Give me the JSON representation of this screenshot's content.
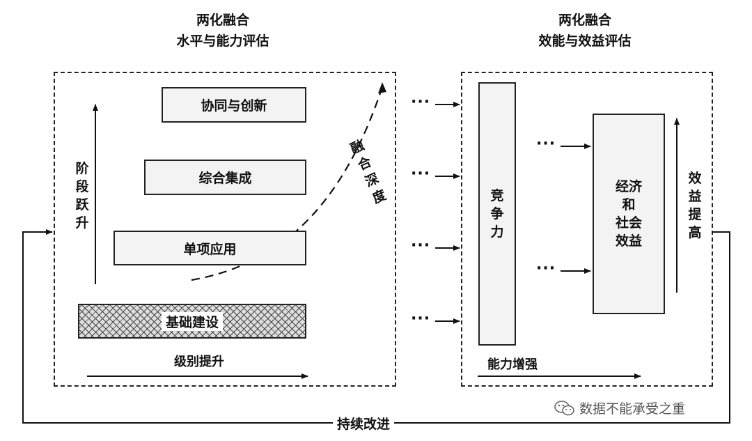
{
  "left_title": [
    "两化融合",
    "水平与能力评估"
  ],
  "right_title": [
    "两化融合",
    "效能与效益评估"
  ],
  "left_panel": {
    "levels": [
      {
        "id": "synergy",
        "label": "协同与创新"
      },
      {
        "id": "integration",
        "label": "综合集成"
      },
      {
        "id": "single",
        "label": "单项应用"
      },
      {
        "id": "foundation",
        "label": "基础建设"
      }
    ],
    "vertical_axis_label": "阶\n段\n跃\n升",
    "horizontal_axis_label": "级别提升",
    "curve_label": "融\n合\n深\n度"
  },
  "right_panel": {
    "competitiveness": "竞\n争\n力",
    "benefits": "经济\n和\n社会\n效益",
    "benefit_axis_label": "效\n益\n提\n高",
    "capability_label": "能力增强"
  },
  "connector_dots": "···",
  "bottom_label": "持续改进",
  "watermark": "数据不能承受之重"
}
